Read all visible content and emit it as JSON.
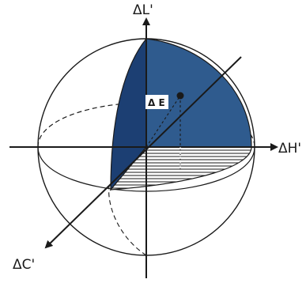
{
  "diagram": {
    "labels": {
      "lightness_axis": "ΔL'",
      "hue_axis": "ΔH'",
      "chroma_axis": "ΔC'",
      "color_difference": "Δ E"
    },
    "colors": {
      "octant_fill": "#2f5b8e",
      "dark_face_fill": "#1c3f73",
      "outline": "#1a1a1a",
      "background": "#ffffff"
    }
  }
}
